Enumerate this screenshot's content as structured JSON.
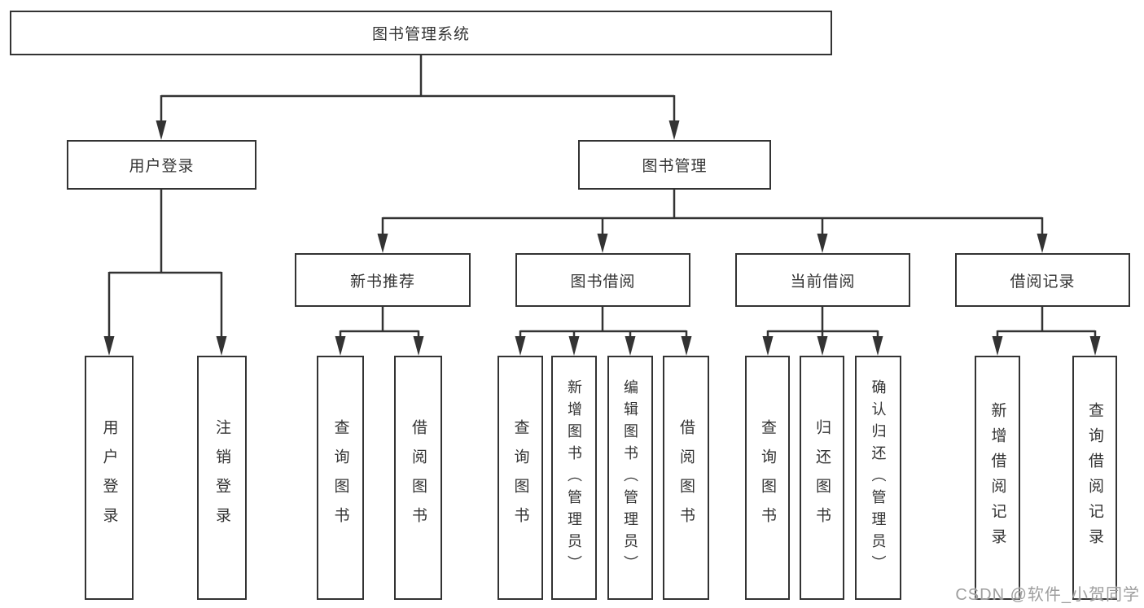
{
  "diagram": {
    "title": "图书管理系统",
    "level2": [
      {
        "label": "用户登录"
      },
      {
        "label": "图书管理"
      }
    ],
    "level3": [
      {
        "label": "新书推荐",
        "parent": "图书管理"
      },
      {
        "label": "图书借阅",
        "parent": "图书管理"
      },
      {
        "label": "当前借阅",
        "parent": "图书管理"
      },
      {
        "label": "借阅记录",
        "parent": "图书管理"
      }
    ],
    "leaves": [
      {
        "label": "用户登录",
        "parent": "用户登录"
      },
      {
        "label": "注销登录",
        "parent": "用户登录"
      },
      {
        "label": "查询图书",
        "parent": "新书推荐"
      },
      {
        "label": "借阅图书",
        "parent": "新书推荐"
      },
      {
        "label": "查询图书",
        "parent": "图书借阅"
      },
      {
        "label": "新增图书（管理员）",
        "parent": "图书借阅"
      },
      {
        "label": "编辑图书（管理员）",
        "parent": "图书借阅"
      },
      {
        "label": "借阅图书",
        "parent": "图书借阅"
      },
      {
        "label": "查询图书",
        "parent": "当前借阅"
      },
      {
        "label": "归还图书",
        "parent": "当前借阅"
      },
      {
        "label": "确认归还（管理员）",
        "parent": "当前借阅"
      },
      {
        "label": "新增借阅记录",
        "parent": "借阅记录"
      },
      {
        "label": "查询借阅记录",
        "parent": "借阅记录"
      }
    ]
  },
  "watermark": {
    "text": "CSDN @软件_小贺同学"
  },
  "colors": {
    "line": "#333333",
    "border": "#333333",
    "text": "#333333",
    "background": "#ffffff",
    "watermark": "#9e9e9e"
  }
}
